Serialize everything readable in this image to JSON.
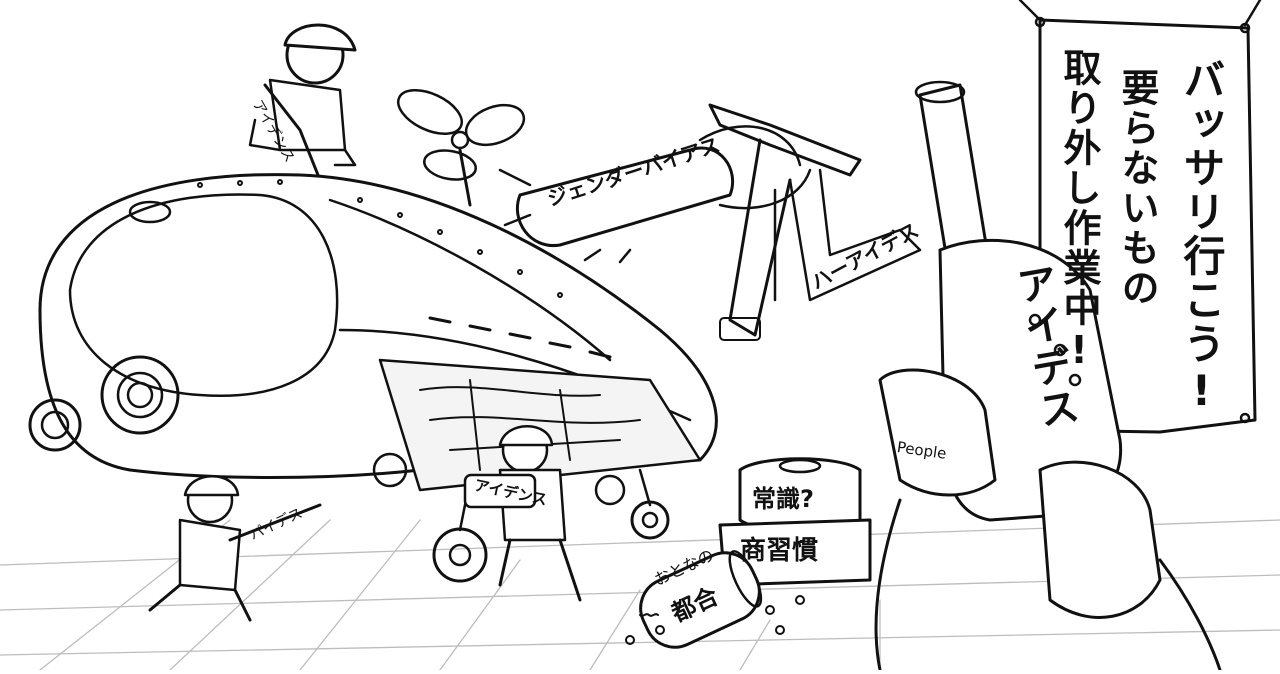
{
  "banner": {
    "column1": "バッサリ行こう!",
    "column2": "要らないもの",
    "column3": "取り外し作業中!"
  },
  "tool_labels": {
    "top_worker_tool": "アイデンス",
    "gender_bias_tool": "ジェンダーバイアス",
    "arm_tool": "ハーアイデス",
    "left_worker_tool": "パイデス",
    "center_worker_tool": "アイデンス",
    "big_hand_tool": "アイデス",
    "glove": "People"
  },
  "removed_parts": {
    "top_block": "常識?",
    "bottom_block": "商習慣",
    "can_line1": "おとなの",
    "can_line2": "都合"
  },
  "colors": {
    "ink": "#111111",
    "paper": "#ffffff",
    "grid": "#bdbdbd"
  }
}
